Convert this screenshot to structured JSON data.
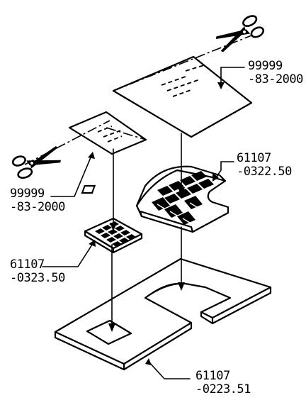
{
  "labels": {
    "overlay_large": {
      "line1": "99999",
      "line2": "-83-2000"
    },
    "overlay_small": {
      "line1": "99999",
      "line2": "-83-2000"
    },
    "keypad_large": {
      "line1": "61107",
      "line2": "-0322.50"
    },
    "keypad_small": {
      "line1": "61107",
      "line2": "-0323.50"
    },
    "base_plate": {
      "line1": "61107",
      "line2": "-0223.51"
    }
  },
  "icons": [
    "scissors-icon",
    "scissors-icon"
  ]
}
